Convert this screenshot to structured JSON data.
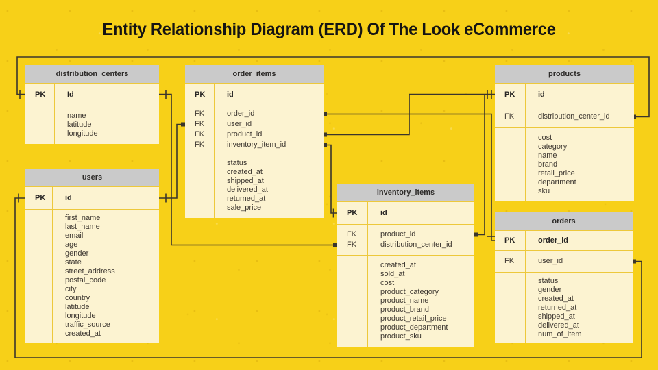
{
  "title": "Entity Relationship Diagram (ERD) Of The Look eCommerce",
  "colors": {
    "background": "#F7D018",
    "table_header": "#CACACA",
    "table_body": "#FCF3D1",
    "separator_line": "#EDC83B",
    "relationship_line": "#3A352C",
    "title_text": "#151413"
  },
  "tables": {
    "distribution_centers": {
      "name": "distribution_centers",
      "pk": {
        "key": "PK",
        "field": "Id"
      },
      "fields": [
        "name",
        "latitude",
        "longitude"
      ]
    },
    "order_items": {
      "name": "order_items",
      "pk": {
        "key": "PK",
        "field": "id"
      },
      "fk_rows": [
        {
          "key": "FK",
          "field": "order_id"
        },
        {
          "key": "FK",
          "field": "user_id"
        },
        {
          "key": "FK",
          "field": "product_id"
        },
        {
          "key": "FK",
          "field": "inventory_item_id"
        }
      ],
      "fields": [
        "status",
        "created_at",
        "shipped_at",
        "delivered_at",
        "returned_at",
        "sale_price"
      ]
    },
    "products": {
      "name": "products",
      "pk": {
        "key": "PK",
        "field": "id"
      },
      "fk_rows": [
        {
          "key": "FK",
          "field": "distribution_center_id"
        }
      ],
      "fields": [
        "cost",
        "category",
        "name",
        "brand",
        "retail_price",
        "department",
        "sku"
      ]
    },
    "users": {
      "name": "users",
      "pk": {
        "key": "PK",
        "field": "id"
      },
      "fields": [
        "first_name",
        "last_name",
        "email",
        "age",
        "gender",
        "state",
        "street_address",
        "postal_code",
        "city",
        "country",
        "latitude",
        "longitude",
        "traffic_source",
        "created_at"
      ]
    },
    "inventory_items": {
      "name": "inventory_items",
      "pk": {
        "key": "PK",
        "field": "id"
      },
      "fk_rows": [
        {
          "key": "FK",
          "field": "product_id"
        },
        {
          "key": "FK",
          "field": "distribution_center_id"
        }
      ],
      "fields": [
        "created_at",
        "sold_at",
        "cost",
        "product_category",
        "product_name",
        "product_brand",
        "product_retail_price",
        "product_department",
        "product_sku"
      ]
    },
    "orders": {
      "name": "orders",
      "pk": {
        "key": "PK",
        "field": "order_id"
      },
      "fk_rows": [
        {
          "key": "FK",
          "field": "user_id"
        }
      ],
      "fields": [
        "status",
        "gender",
        "created_at",
        "returned_at",
        "shipped_at",
        "delivered_at",
        "num_of_item"
      ]
    }
  },
  "relationships": [
    {
      "from": "products.distribution_center_id",
      "to": "distribution_centers.Id",
      "from_marker": "square",
      "to_marker": "tick"
    },
    {
      "from": "inventory_items.distribution_center_id",
      "to": "distribution_centers.Id",
      "from_marker": "square",
      "to_marker": "tick"
    },
    {
      "from": "order_items.user_id",
      "to": "users.id",
      "from_marker": "square",
      "to_marker": "tick"
    },
    {
      "from": "orders.user_id",
      "to": "users.id",
      "from_marker": "square",
      "to_marker": "tick"
    },
    {
      "from": "order_items.order_id",
      "to": "orders.order_id",
      "from_marker": "square",
      "to_marker": "tick"
    },
    {
      "from": "order_items.product_id",
      "to": "products.id",
      "from_marker": "square",
      "to_marker": "tick"
    },
    {
      "from": "inventory_items.product_id",
      "to": "products.id",
      "from_marker": "square",
      "to_marker": "tick"
    },
    {
      "from": "order_items.inventory_item_id",
      "to": "inventory_items.id",
      "from_marker": "square",
      "to_marker": "tick"
    }
  ]
}
